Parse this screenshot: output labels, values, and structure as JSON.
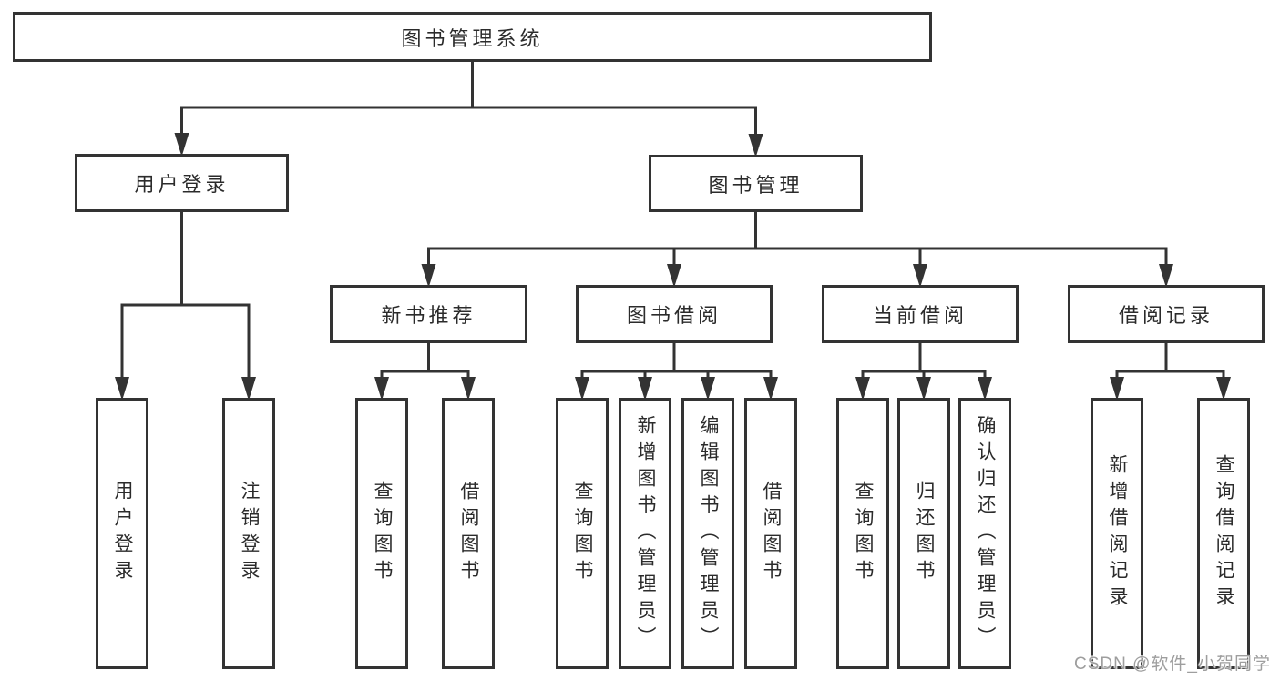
{
  "title": "图书管理系统",
  "watermark": "CSDN @软件_小贺同学",
  "colors": {
    "line": "#333333",
    "text": "#2b2b2b",
    "background": "#ffffff",
    "watermark": "#9e9e9e"
  },
  "nodes": {
    "root": {
      "label": "图书管理系统"
    },
    "user_login": {
      "label": "用户登录"
    },
    "book_mgmt": {
      "label": "图书管理"
    },
    "new_book_rec": {
      "label": "新书推荐"
    },
    "book_borrow": {
      "label": "图书借阅"
    },
    "current_borrow": {
      "label": "当前借阅"
    },
    "borrow_records": {
      "label": "借阅记录"
    },
    "leaf_user_login": {
      "label": "用户登录"
    },
    "leaf_logout": {
      "label": "注销登录"
    },
    "leaf_nbr_query": {
      "label": "查询图书"
    },
    "leaf_nbr_borrow": {
      "label": "借阅图书"
    },
    "leaf_bb_query": {
      "label": "查询图书"
    },
    "leaf_bb_add": {
      "label": "新增图书（管理员）"
    },
    "leaf_bb_edit": {
      "label": "编辑图书（管理员）"
    },
    "leaf_bb_borrow": {
      "label": "借阅图书"
    },
    "leaf_cb_query": {
      "label": "查询图书"
    },
    "leaf_cb_return": {
      "label": "归还图书"
    },
    "leaf_cb_confirm": {
      "label": "确认归还（管理员）"
    },
    "leaf_br_add": {
      "label": "新增借阅记录"
    },
    "leaf_br_query": {
      "label": "查询借阅记录"
    }
  },
  "edges": [
    {
      "parent": "root",
      "children": [
        "user_login",
        "book_mgmt"
      ]
    },
    {
      "parent": "user_login",
      "children": [
        "leaf_user_login",
        "leaf_logout"
      ]
    },
    {
      "parent": "book_mgmt",
      "children": [
        "new_book_rec",
        "book_borrow",
        "current_borrow",
        "borrow_records"
      ]
    },
    {
      "parent": "new_book_rec",
      "children": [
        "leaf_nbr_query",
        "leaf_nbr_borrow"
      ]
    },
    {
      "parent": "book_borrow",
      "children": [
        "leaf_bb_query",
        "leaf_bb_add",
        "leaf_bb_edit",
        "leaf_bb_borrow"
      ]
    },
    {
      "parent": "current_borrow",
      "children": [
        "leaf_cb_query",
        "leaf_cb_return",
        "leaf_cb_confirm"
      ]
    },
    {
      "parent": "borrow_records",
      "children": [
        "leaf_br_add",
        "leaf_br_query"
      ]
    }
  ]
}
